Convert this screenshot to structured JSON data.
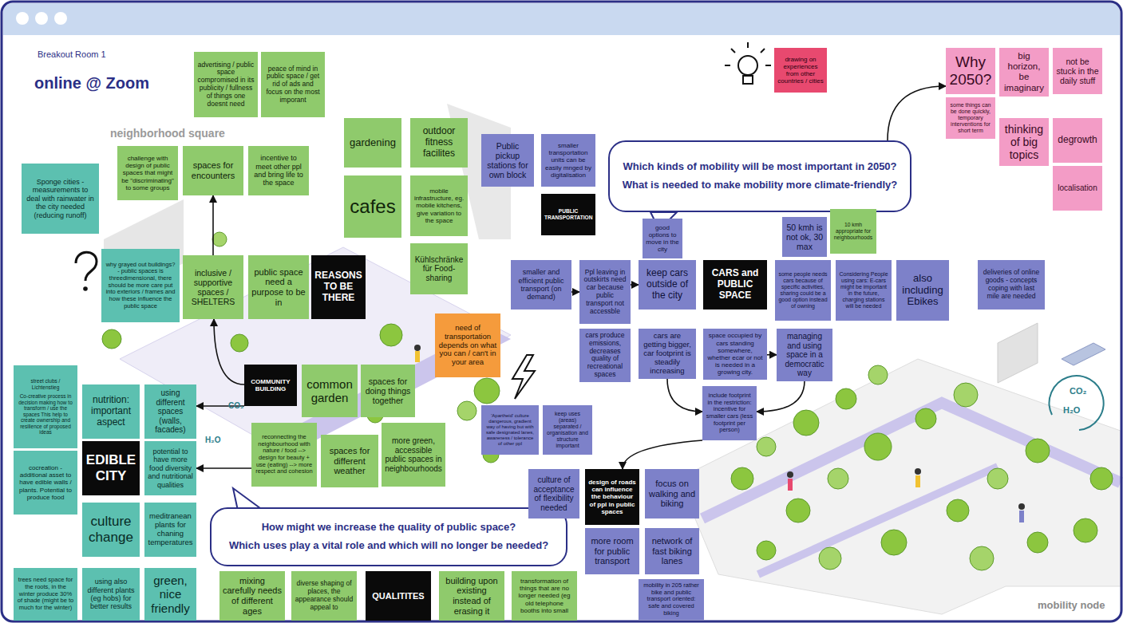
{
  "diagram": {
    "title": "online @ Zoom",
    "nodes": [
      {
        "text": [
          "advertising / public space compromised in its publicity / fullness of things one doesnt need"
        ]
      },
      {
        "text": [
          "peace of mind in public space / get rid of ads and focus on the most imporant"
        ]
      },
      {
        "text": [
          "gardening"
        ]
      },
      {
        "text": [
          "outdoor fitness facilites"
        ]
      },
      {
        "text": [
          "challenge with design of public spaces that might be \"discriminating\" to some groups"
        ]
      },
      {
        "text": [
          "spaces for encounters"
        ]
      },
      {
        "text": [
          "incentive to meet other ppl and bring life to the space"
        ]
      },
      {
        "text": [
          "Sponge cities - measurements to deal with rainwater in the city needed (reducing runoff)"
        ]
      },
      {
        "text": [
          "cafes"
        ]
      },
      {
        "text": [
          "mobile infrastructure, eg. mobile kitchens, give variation to the space"
        ]
      },
      {
        "text": [
          "Kühlschränke für Food-sharing"
        ]
      },
      {
        "text": [
          "why grayed out buildings? - public spaces is threedimensional, there should be more care put into exteriors / frames and how these influence the public space"
        ]
      },
      {
        "text": [
          "inclusive / supportive spaces / SHELTERS"
        ]
      },
      {
        "text": [
          "public space need a purpose to be in"
        ]
      },
      {
        "text": [
          "REASONS TO BE THERE"
        ]
      },
      {
        "text": [
          "need of transportation depends on what you can / can't in your area"
        ]
      },
      {
        "text": [
          "street clubs / Lichtenstieg",
          "Co-creative process in decision making how to transform / use the spaces This help to create ownership and resilience of proposed ideas"
        ]
      },
      {
        "text": [
          "COMMUNITY BUILDING"
        ]
      },
      {
        "text": [
          "common garden"
        ]
      },
      {
        "text": [
          "spaces for doing things together"
        ]
      },
      {
        "text": [
          "nutrition: important aspect"
        ]
      },
      {
        "text": [
          "using different spaces (walls, facades)"
        ]
      },
      {
        "text": [
          "reconnecting the neighbourhood with nature / food --> design for beauty + use (eating) --> more respect and cohesion"
        ]
      },
      {
        "text": [
          "spaces for different weather"
        ]
      },
      {
        "text": [
          "more green, accessible public spaces in neighbourhoods"
        ]
      },
      {
        "text": [
          "cocreation - additional asset to have edible walls / plants. Potential to produce food"
        ]
      },
      {
        "text": [
          "EDIBLE CITY"
        ]
      },
      {
        "text": [
          "potential to have more food diversity and nutritional qualities"
        ]
      },
      {
        "text": [
          "culture change"
        ]
      },
      {
        "text": [
          "meditranean plants for chaning temperatures"
        ]
      },
      {
        "text": [
          "How might we increase the quality of public space?",
          "Which uses play a vital role and which will no longer be needed?"
        ]
      },
      {
        "text": [
          "trees need space for the roots, in the winter produce 30% of shade (might be to much for the winter)"
        ]
      },
      {
        "text": [
          "using also different plants (eg hobs) for better results"
        ]
      },
      {
        "text": [
          "green, nice friendly"
        ]
      },
      {
        "text": [
          "mixing carefully needs of different ages"
        ]
      },
      {
        "text": [
          "diverse shaping of places, the appearance should appeal to"
        ]
      },
      {
        "text": [
          "QUALITITES"
        ]
      },
      {
        "text": [
          "building upon existing instead of erasing it"
        ]
      },
      {
        "text": [
          "transformation of things that are no longer needed (eg old telephone booths into small"
        ]
      },
      {
        "text": [
          "Public pickup stations for own block"
        ]
      },
      {
        "text": [
          "smaller transportation units can be easily mnged by digitalisation"
        ]
      },
      {
        "text": [
          "PUBLIC TRANSPORTATION"
        ]
      },
      {
        "text": [
          "Which kinds of mobility will be most important in 2050?",
          "What is needed to make mobility more climate-friendly?"
        ]
      },
      {
        "text": [
          "good options to move in the city"
        ]
      },
      {
        "text": [
          "50 kmh is not ok, 30 max"
        ]
      },
      {
        "text": [
          "10 kmh appropriate for neighbourhoods"
        ]
      },
      {
        "text": [
          "smaller and efficient public transport (on demand)"
        ]
      },
      {
        "text": [
          "Ppl leaving in outskirts need car because public transport not accessble"
        ]
      },
      {
        "text": [
          "keep cars outside of the city"
        ]
      },
      {
        "text": [
          "CARS and PUBLIC SPACE"
        ]
      },
      {
        "text": [
          "some people needs cars because of specific activities, sharing could be a good option instead of owning"
        ]
      },
      {
        "text": [
          "Considering People using cars: E-cars might be important in the future, charging stations will be needed"
        ]
      },
      {
        "text": [
          "also including Ebikes"
        ]
      },
      {
        "text": [
          "deliveries of online goods - concepts coping with last mile are needed"
        ]
      },
      {
        "text": [
          "cars produce emissions, decreases quality of recreational spaces"
        ]
      },
      {
        "text": [
          "cars are getting bigger, car footprint is steadily increasing"
        ]
      },
      {
        "text": [
          "space occupied by cars standing somewhere, whether ecar or not is needed in a growing city."
        ]
      },
      {
        "text": [
          "managing and using space in a democratic way"
        ]
      },
      {
        "text": [
          "include footprint in the restriction: incentive for smaller cars (less footprint per person)"
        ]
      },
      {
        "text": [
          "'Apartheid' culture dangerous, gradient way of having but with safe designated lanes, awareness / tolerance of other ppl"
        ]
      },
      {
        "text": [
          "keep uses (areas) separated / organisation and structure important"
        ]
      },
      {
        "text": [
          "culture of acceptance of flexibility needed"
        ]
      },
      {
        "text": [
          "design of roads can influence the behaviour of ppl in public spaces"
        ]
      },
      {
        "text": [
          "focus on walking and biking"
        ]
      },
      {
        "text": [
          "more room for public transport"
        ]
      },
      {
        "text": [
          "network of fast biking lanes"
        ]
      },
      {
        "text": [
          "mobility in 205 rather bike and public transport oriented: safe and covered biking"
        ]
      },
      {
        "text": [
          "drawing on experiences from other countries / cities"
        ]
      },
      {
        "text": [
          "Why 2050?"
        ]
      },
      {
        "text": [
          "big horizon, be imaginary"
        ]
      },
      {
        "text": [
          "not be stuck in the daily stuff"
        ]
      },
      {
        "text": [
          "some things can be done quickly, temporary interventions for short term"
        ]
      },
      {
        "text": [
          "thinking of big topics"
        ]
      },
      {
        "text": [
          "degrowth"
        ]
      },
      {
        "text": [
          "localisation"
        ]
      }
    ],
    "edges": [
      {
        "from": 12,
        "to": 5,
        "arrow": "to"
      },
      {
        "from": 17,
        "to": 12,
        "arrow": "to"
      },
      {
        "from": 17,
        "to": 21,
        "arrow": "to"
      },
      {
        "from": 22,
        "to": 27,
        "arrow": "to"
      },
      {
        "from": 46,
        "to": 47,
        "arrow": "to"
      },
      {
        "from": 47,
        "to": 48,
        "arrow": "to"
      },
      {
        "from": 56,
        "to": 57,
        "arrow": "to"
      },
      {
        "from": 55,
        "to": 58,
        "arrow": "to"
      },
      {
        "from": 57,
        "to": 58,
        "arrow": "to"
      },
      {
        "from": 58,
        "to": 62,
        "arrow": "to"
      },
      {
        "from": 42,
        "to": 68,
        "arrow": "to"
      }
    ],
    "labels": [
      "Breakout Room 1",
      "neighborhood square",
      "CO₂",
      "H₂O",
      "CO₂",
      "H₂O",
      "mobility node"
    ]
  }
}
